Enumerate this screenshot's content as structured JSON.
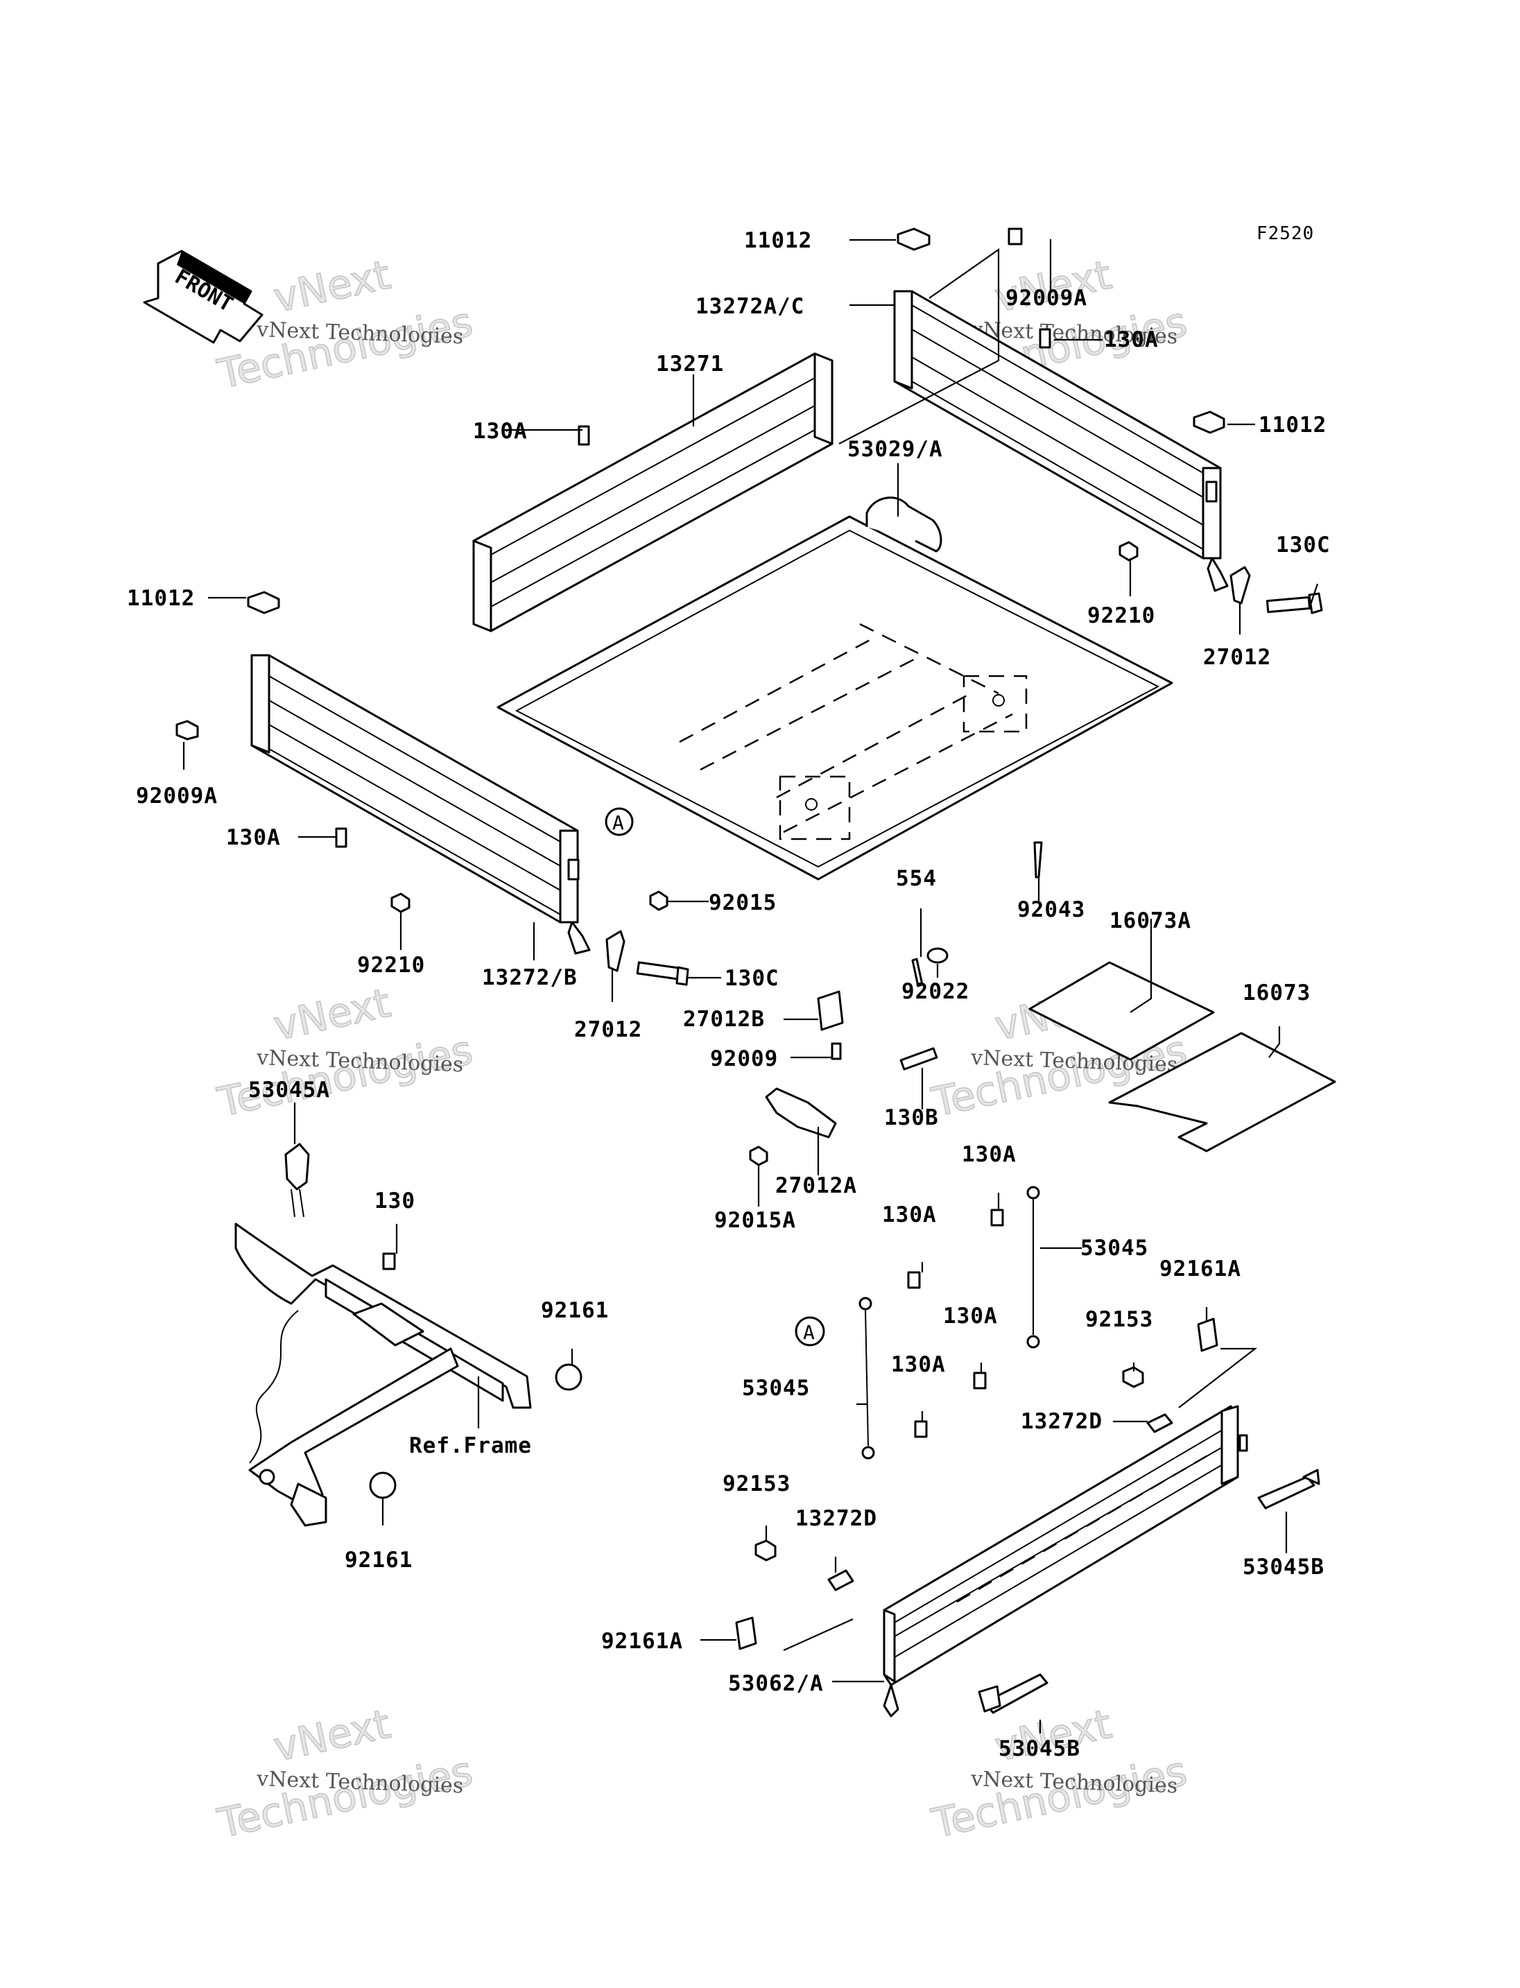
{
  "diagram_code": "F2520",
  "front_arrow": {
    "label": "FRONT",
    "icon": "front-arrow-icon"
  },
  "watermarks": [
    {
      "line1": "vNext Technologies",
      "line2": "vNext",
      "line3": "Technologies"
    },
    {
      "line1": "vNext Technologies",
      "line2": "vNext",
      "line3": "Technologies"
    },
    {
      "line1": "vNext Technologies",
      "line2": "vNext",
      "line3": "Technologies"
    },
    {
      "line1": "vNext Technologies",
      "line2": "vNext",
      "line3": "Technologies"
    },
    {
      "line1": "vNext Technologies",
      "line2": "vNext",
      "line3": "Technologies"
    },
    {
      "line1": "vNext Technologies",
      "line2": "vNext",
      "line3": "Technologies"
    }
  ],
  "callouts": [
    {
      "id": "A",
      "label": "A"
    },
    {
      "id": "A2",
      "label": "A"
    }
  ],
  "parts": {
    "p11012_top": "11012",
    "p13272AC": "13272A/C",
    "p92009A_top": "92009A",
    "p130A_top_right": "130A",
    "p11012_right": "11012",
    "p130C_right": "130C",
    "p92210_right": "92210",
    "p27012_right": "27012",
    "p13271": "13271",
    "p130A_top_left": "130A",
    "p53029A": "53029/A",
    "p11012_left": "11012",
    "p92009A_left": "92009A",
    "p130A_left": "130A",
    "p92210_left": "92210",
    "p13272B": "13272/B",
    "p27012_left": "27012",
    "p130C_left": "130C",
    "p92015": "92015",
    "p554": "554",
    "p92043": "92043",
    "p16073A": "16073A",
    "p16073": "16073",
    "p92022": "92022",
    "p27012B": "27012B",
    "p92009": "92009",
    "p130B": "130B",
    "p27012A": "27012A",
    "p92015A": "92015A",
    "p53045A": "53045A",
    "p130_frame": "130",
    "p92161_upper": "92161",
    "p92161_lower": "92161",
    "ref_frame": "Ref.Frame",
    "p130A_a": "130A",
    "p130A_b": "130A",
    "p53045_upper": "53045",
    "p53045_lower": "53045",
    "p130A_c": "130A",
    "p130A_d": "130A",
    "p92161A_right": "92161A",
    "p92153_right": "92153",
    "p13272D_right": "13272D",
    "p53045B_right": "53045B",
    "p92153_left": "92153",
    "p13272D_left": "13272D",
    "p92161A_left": "92161A",
    "p53062A": "53062/A",
    "p53045B_bottom": "53045B"
  }
}
